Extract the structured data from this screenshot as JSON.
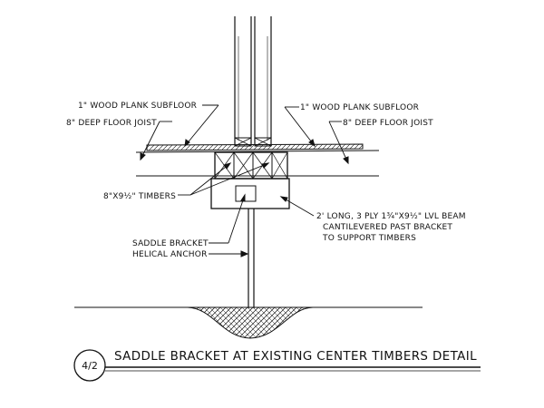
{
  "labels": {
    "subfloor_left": "1\" WOOD PLANK SUBFLOOR",
    "joist_left": "8\" DEEP FLOOR JOIST",
    "subfloor_right": "1\" WOOD PLANK SUBFLOOR",
    "joist_right": "8\" DEEP FLOOR JOIST",
    "timbers": "8\"X9½\" TIMBERS",
    "beam_line1": "2' LONG, 3 PLY 1¾\"X9½\" LVL BEAM",
    "beam_line2": "CANTILEVERED PAST BRACKET",
    "beam_line3": "TO SUPPORT TIMBERS",
    "bracket_line1": "SADDLE BRACKET",
    "bracket_line2": "HELICAL ANCHOR"
  },
  "title_block": {
    "detail_number": "4/2",
    "title": "SADDLE BRACKET AT EXISTING CENTER TIMBERS DETAIL"
  }
}
